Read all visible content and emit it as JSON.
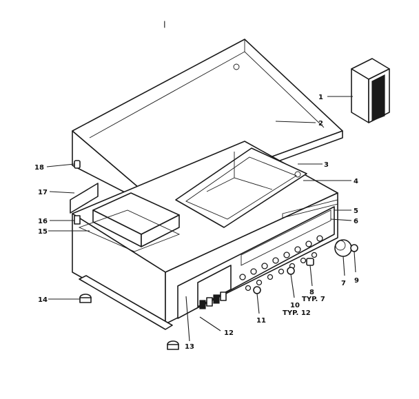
{
  "header_mark": "|",
  "callouts": {
    "c1": "1",
    "c2": "2",
    "c3": "3",
    "c4": "4",
    "c5": "5",
    "c6": "6",
    "c7": "7",
    "c8": "8",
    "c9": "9",
    "c10": "10",
    "c11": "11",
    "c12": "12",
    "c13": "13",
    "c14": "14",
    "c15": "15",
    "c16": "16",
    "c17": "17",
    "c18": "18"
  },
  "notes": {
    "typ7": "TYP. 7",
    "typ12": "TYP. 12"
  }
}
